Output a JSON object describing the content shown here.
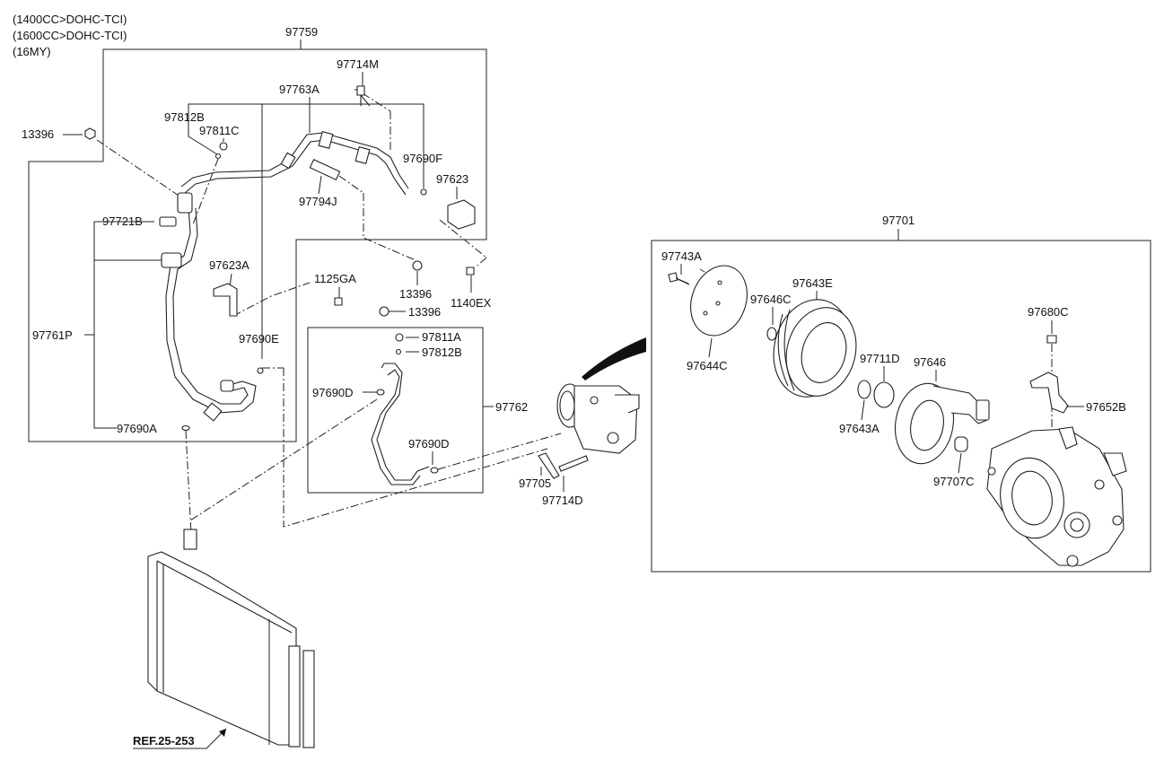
{
  "header": {
    "lines": [
      "(1400CC>DOHC-TCI)",
      "(1600CC>DOHC-TCI)",
      "(16MY)"
    ]
  },
  "labels": {
    "p97759": "97759",
    "p97714M": "97714M",
    "p97763A": "97763A",
    "p97812B_top": "97812B",
    "p97811C": "97811C",
    "p13396_left": "13396",
    "p97690F": "97690F",
    "p97623": "97623",
    "p97794J": "97794J",
    "p97721B": "97721B",
    "p97623A": "97623A",
    "p1125GA": "1125GA",
    "p13396_mid": "13396",
    "p1140EX": "1140EX",
    "p13396_low": "13396",
    "p97761P": "97761P",
    "p97690E": "97690E",
    "p97811A": "97811A",
    "p97812B_low": "97812B",
    "p97690D_left": "97690D",
    "p97762": "97762",
    "p97690D_right": "97690D",
    "p97690A": "97690A",
    "p97705": "97705",
    "p97714D": "97714D",
    "p97701": "97701",
    "p97743A": "97743A",
    "p97643E": "97643E",
    "p97646C": "97646C",
    "p97680C": "97680C",
    "p97644C": "97644C",
    "p97711D": "97711D",
    "p97646": "97646",
    "p97643A": "97643A",
    "p97652B": "97652B",
    "p97707C": "97707C"
  },
  "reference": "REF.25-253"
}
